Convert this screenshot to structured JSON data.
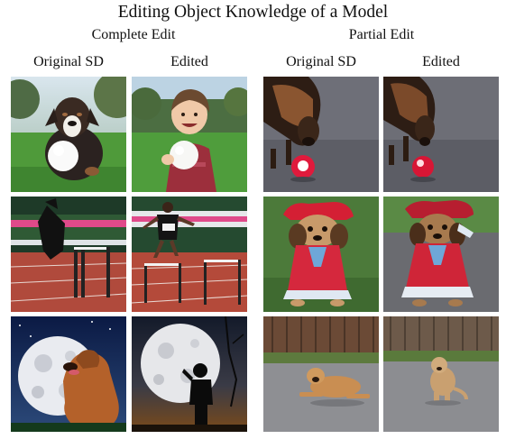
{
  "title": "Editing Object Knowledge of a Model",
  "groups": {
    "complete": "Complete Edit",
    "partial": "Partial Edit"
  },
  "columns": {
    "c1": "Original SD",
    "c2": "Edited",
    "c3": "Original SD",
    "c4": "Edited"
  }
}
